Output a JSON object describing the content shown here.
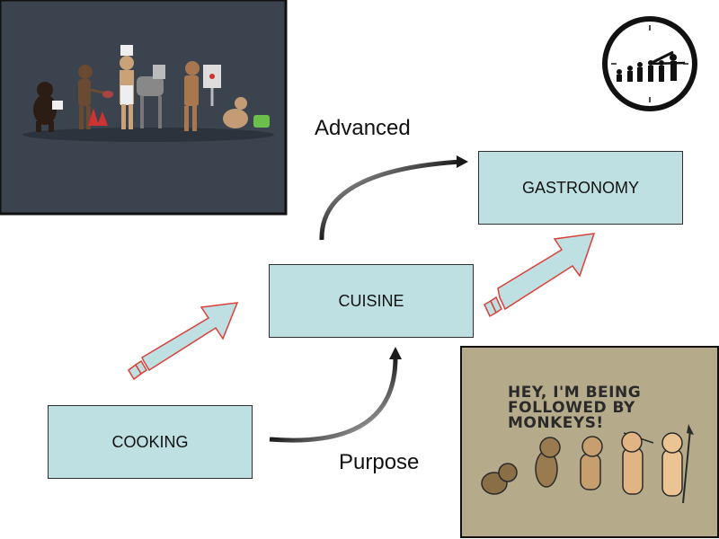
{
  "nodes": {
    "cooking": "COOKING",
    "cuisine": "CUISINE",
    "gastronomy": "GASTRONOMY"
  },
  "labels": {
    "advanced": "Advanced",
    "purpose": "Purpose"
  },
  "comic": {
    "speech_line1": "HEY, I'M BEING",
    "speech_line2": "FOLLOWED BY",
    "speech_line3": "MONKEYS!"
  },
  "colors": {
    "box_fill": "#bfe0e3",
    "arrow_fill": "#bfe0e3",
    "arrow_stroke": "#d9403a",
    "top_image_bg": "#3a434e",
    "comic_bg": "#b5ab8b"
  }
}
